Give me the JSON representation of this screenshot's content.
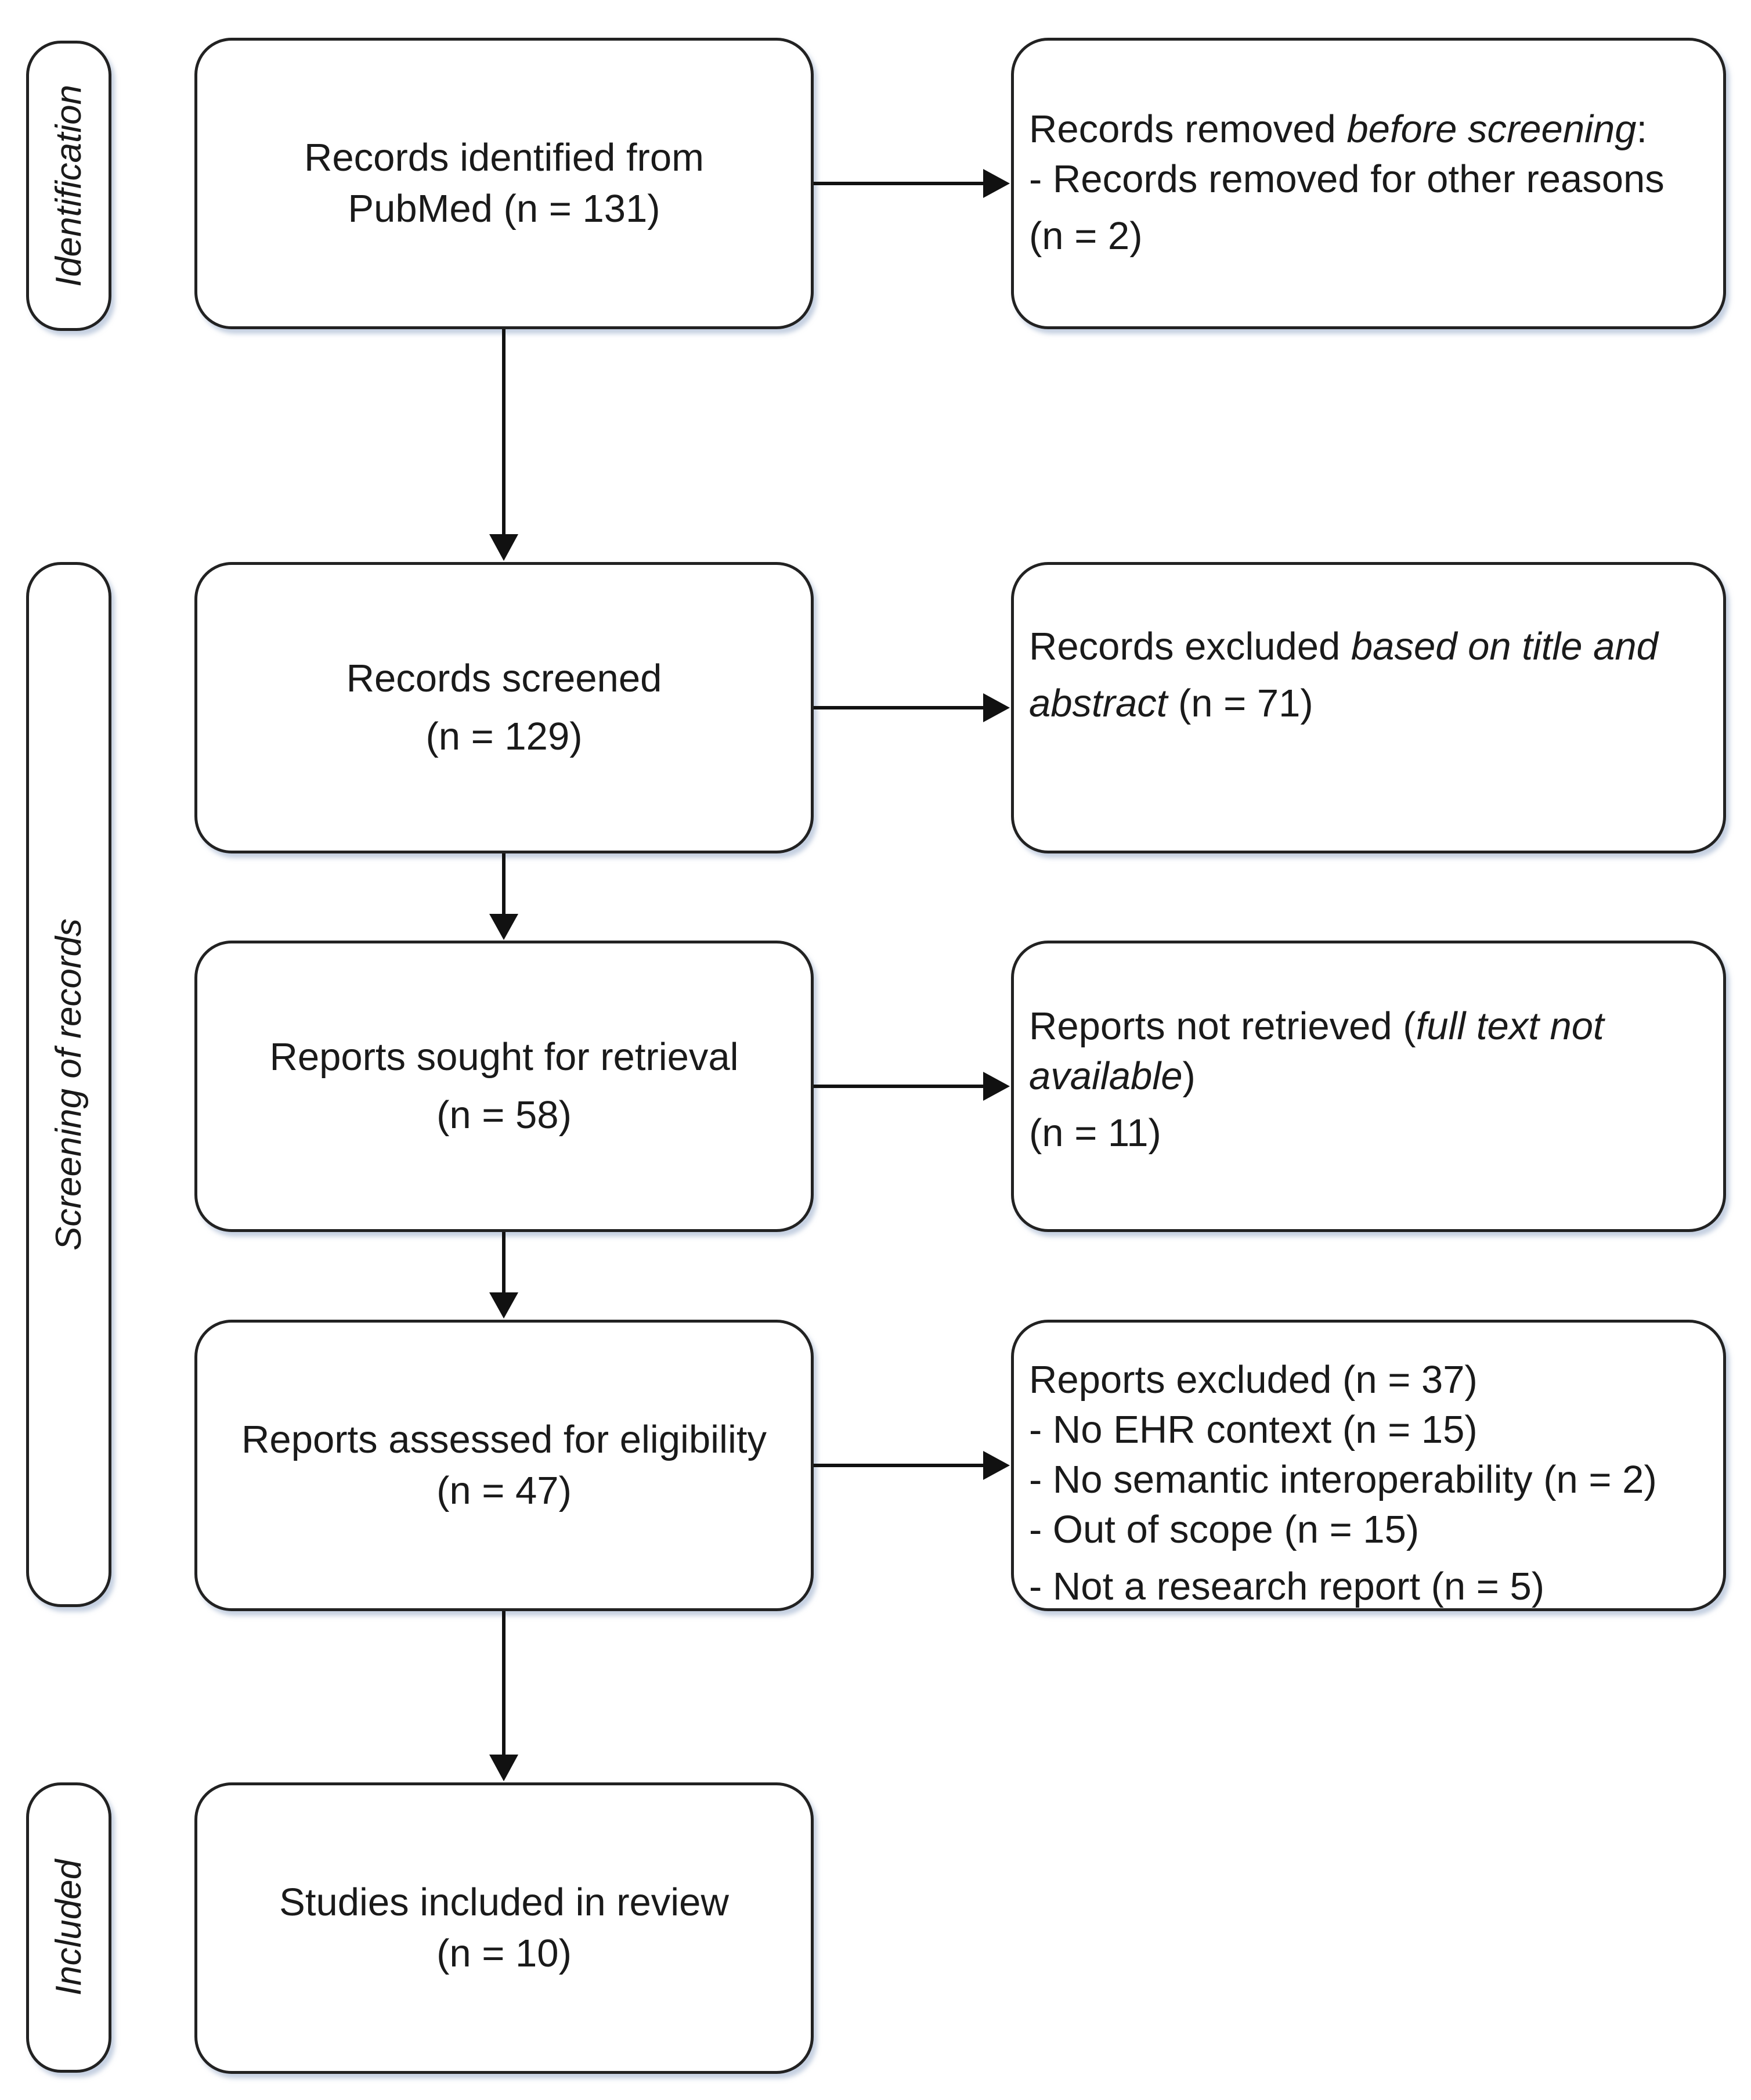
{
  "stages": {
    "identification": "Identification",
    "screening": "Screening of records",
    "included": "Included"
  },
  "boxes": {
    "identified": {
      "line1": "Records identified from",
      "line2": "PubMed (n = 131)"
    },
    "screened": {
      "line1": "Records screened",
      "line2": "(n = 129)"
    },
    "sought": {
      "line1": "Reports sought for retrieval",
      "line2": "(n = 58)"
    },
    "assessed": {
      "line1": "Reports assessed for eligibility",
      "line2": "(n = 47)"
    },
    "included_studies": {
      "line1": "Studies included in review",
      "line2": "(n = 10)"
    }
  },
  "side_boxes": {
    "removed": {
      "prefix": "Records removed ",
      "italic": "before screening",
      "suffix": ":",
      "item": "- Records removed for other reasons",
      "count": "(n = 2)"
    },
    "excluded_title": {
      "prefix": "Records excluded ",
      "italic1": "based on title and",
      "italic2": "abstract",
      "suffix": " (n = 71)"
    },
    "not_retrieved": {
      "prefix": "Reports not retrieved (",
      "italic1": "full text not",
      "italic2": "available",
      "suffix": ")",
      "count": "(n = 11)"
    },
    "reports_excluded": {
      "header": "Reports excluded (n = 37)",
      "items": [
        "- No EHR context (n = 15)",
        "- No semantic interoperability (n = 2)",
        "- Out of scope (n = 15)",
        "- Not a research report (n = 5)"
      ]
    }
  }
}
